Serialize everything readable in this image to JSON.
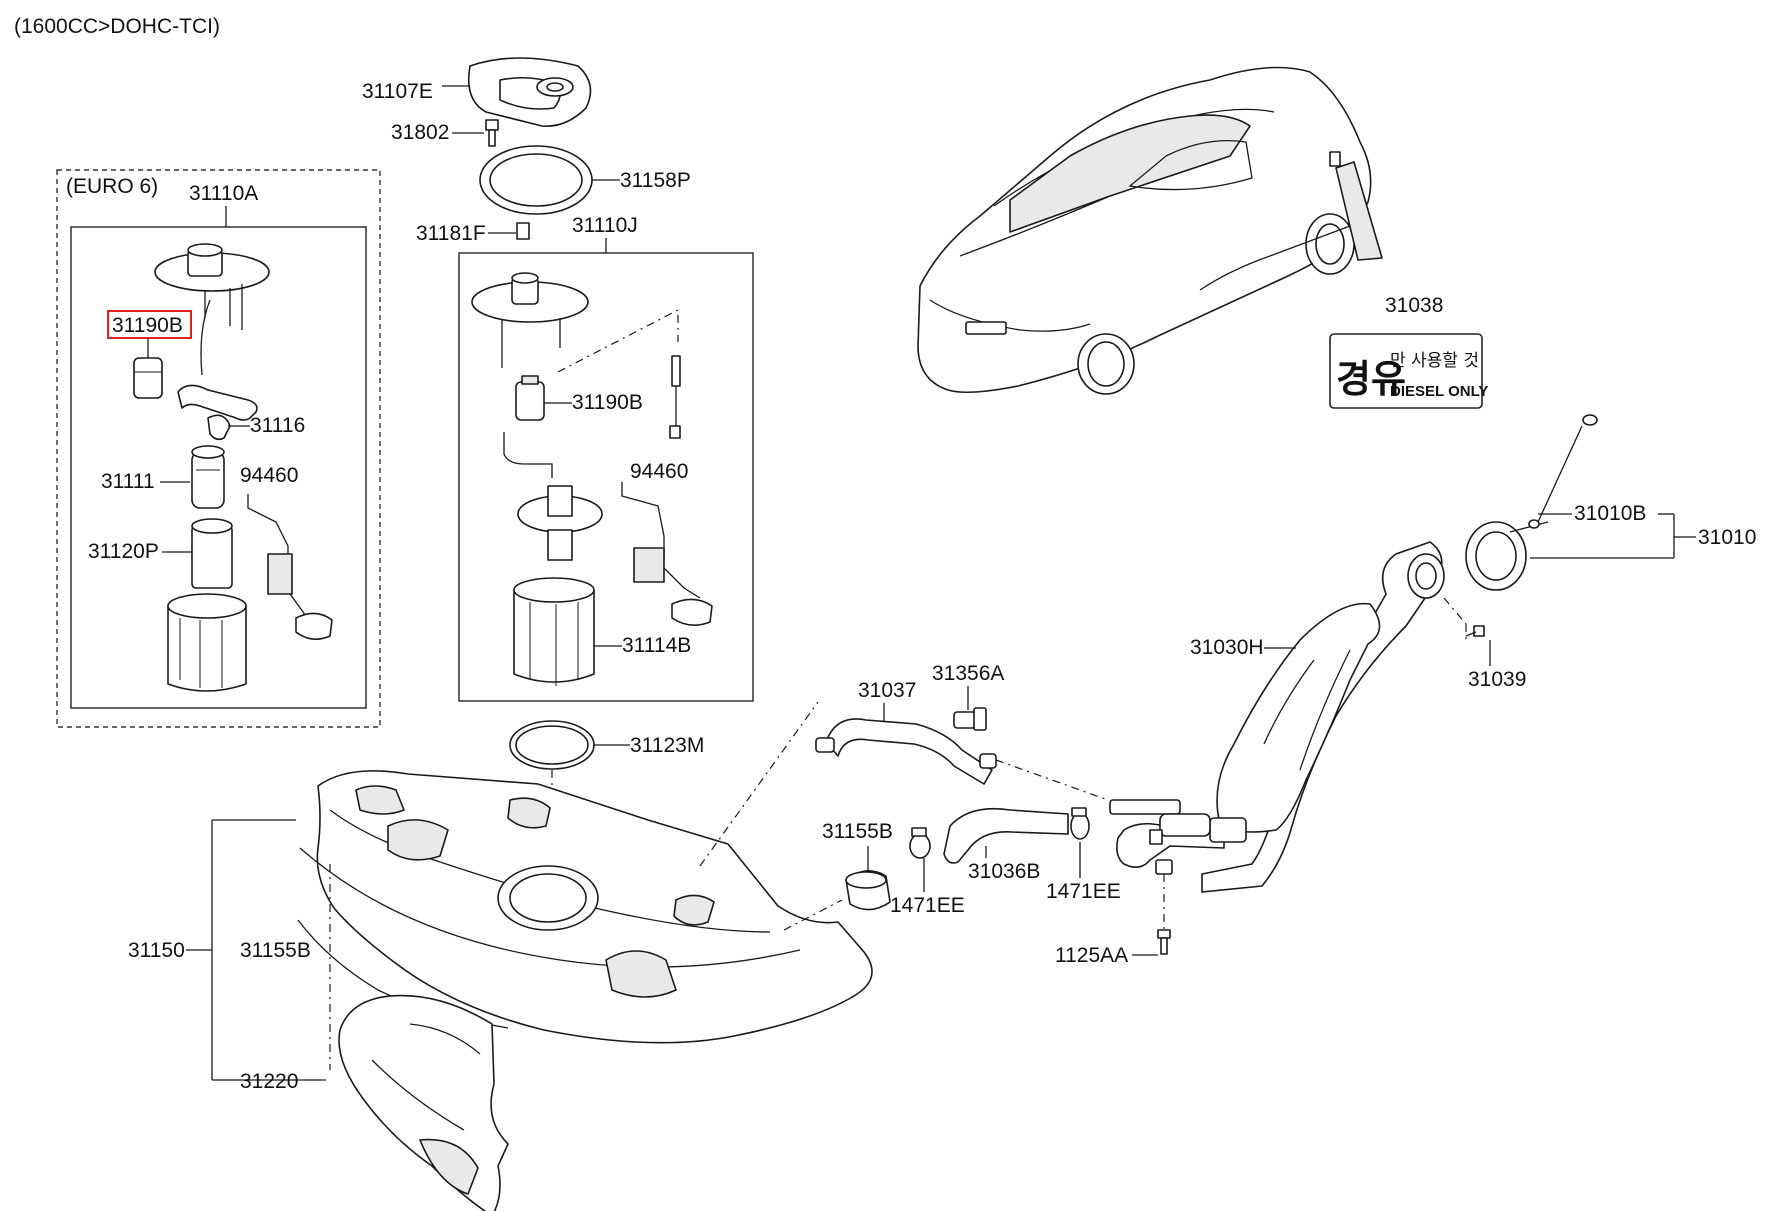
{
  "header": {
    "engine_code": "(1600CC>DOHC-TCI)"
  },
  "euro_box": {
    "label": "(EURO 6)"
  },
  "highlight": {
    "color": "#e0201c",
    "part": "31190B"
  },
  "sticker": {
    "korean_top": "만 사용할 것",
    "english_bottom": "DIESEL ONLY",
    "big_glyph": "경유"
  },
  "parts": {
    "p31107E": "31107E",
    "p31802": "31802",
    "p31158P": "31158P",
    "p31181F": "31181F",
    "p31110J": "31110J",
    "p31110A": "31110A",
    "p31190B_euro": "31190B",
    "p31190B_main": "31190B",
    "p31116": "31116",
    "p31111": "31111",
    "p94460_euro": "94460",
    "p94460_main": "94460",
    "p31120P": "31120P",
    "p31114B": "31114B",
    "p31123M": "31123M",
    "p31038": "31038",
    "p31010B": "31010B",
    "p31010": "31010",
    "p31030H": "31030H",
    "p31039": "31039",
    "p31037": "31037",
    "p31356A": "31356A",
    "p31155B_top": "31155B",
    "p1471EE_left": "1471EE",
    "p31036B": "31036B",
    "p1471EE_right": "1471EE",
    "p1125AA": "1125AA",
    "p31150": "31150",
    "p31155B_bottom": "31155B",
    "p31220": "31220"
  }
}
